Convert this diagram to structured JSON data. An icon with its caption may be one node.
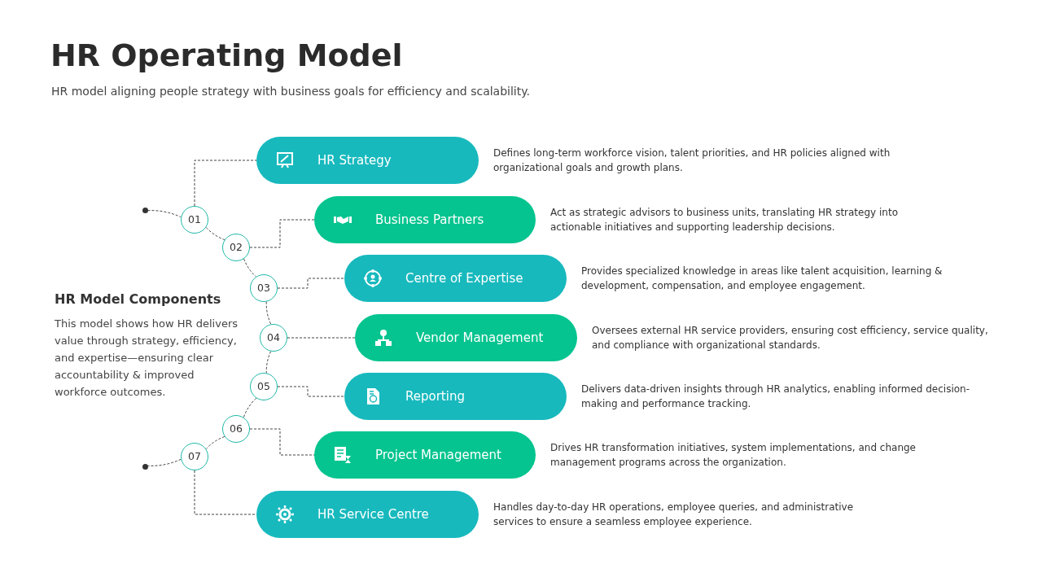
{
  "diagram": {
    "title": "HR Operating Model",
    "caption": "HR model aligning people strategy with business goals for efficiency and scalability.",
    "nodes": [
      {
        "text": [],
        "shape": "circle"
      },
      {
        "text": [
          "01"
        ]
      },
      {
        "text": [
          "02"
        ]
      },
      {
        "text": [
          "03"
        ]
      },
      {
        "text": [
          "04"
        ]
      },
      {
        "text": [
          "05"
        ]
      },
      {
        "text": [
          "06"
        ]
      },
      {
        "text": [
          "07"
        ]
      },
      {
        "text": [],
        "shape": "circle"
      },
      {
        "text": [
          "HR Strategy"
        ],
        "beside": [
          "Defines long-term workforce vision, talent priorities, and HR policies aligned with organizational goals and growth plans."
        ]
      },
      {
        "text": [
          "Business Partners"
        ],
        "beside": [
          "Act as strategic advisors to business units, translating HR strategy into actionable initiatives and supporting leadership decisions."
        ]
      },
      {
        "text": [
          "Centre of Expertise"
        ],
        "beside": [
          "Provides specialized knowledge in areas like talent acquisition, learning & development, compensation, and employee engagement."
        ]
      },
      {
        "text": [
          "Vendor Management"
        ],
        "beside": [
          "Oversees external HR service providers, ensuring cost efficiency, service quality, and compliance with organizational standards."
        ]
      },
      {
        "text": [
          "Reporting"
        ],
        "beside": [
          "Delivers data-driven insights through HR analytics, enabling informed decision-making and performance tracking."
        ]
      },
      {
        "text": [
          "Project Management"
        ],
        "beside": [
          "Drives HR transformation initiatives, system implementations, and change management programs across the organization."
        ]
      },
      {
        "text": [
          "HR Service Centre"
        ],
        "beside": [
          "Handles day-to-day HR operations, employee queries, and administrative services to ensure a seamless employee experience."
        ]
      }
    ],
    "edges": [
      {
        "from": 0,
        "to": 1,
        "arrow": "none",
        "style": "dashed"
      },
      {
        "from": 1,
        "to": 2,
        "arrow": "none",
        "style": "dashed"
      },
      {
        "from": 2,
        "to": 3,
        "arrow": "none",
        "style": "dashed"
      },
      {
        "from": 3,
        "to": 4,
        "arrow": "none",
        "style": "dashed"
      },
      {
        "from": 4,
        "to": 5,
        "arrow": "none",
        "style": "dashed"
      },
      {
        "from": 5,
        "to": 6,
        "arrow": "none",
        "style": "dashed"
      },
      {
        "from": 6,
        "to": 7,
        "arrow": "none",
        "style": "dashed"
      },
      {
        "from": 7,
        "to": 8,
        "arrow": "none",
        "style": "dashed"
      },
      {
        "from": 1,
        "to": 9,
        "arrow": "none",
        "style": "dashed"
      },
      {
        "from": 2,
        "to": 10,
        "arrow": "none",
        "style": "dashed"
      },
      {
        "from": 3,
        "to": 11,
        "arrow": "none",
        "style": "dashed"
      },
      {
        "from": 4,
        "to": 12,
        "arrow": "none",
        "style": "dashed"
      },
      {
        "from": 5,
        "to": 13,
        "arrow": "none",
        "style": "dashed"
      },
      {
        "from": 6,
        "to": 14,
        "arrow": "none",
        "style": "dashed"
      },
      {
        "from": 7,
        "to": 15,
        "arrow": "none",
        "style": "dashed"
      }
    ],
    "labels": [
      "HR Model Components",
      "This model shows how HR delivers value through strategy, efficiency, and expertise—ensuring clear accountability & improved workforce outcomes."
    ]
  }
}
